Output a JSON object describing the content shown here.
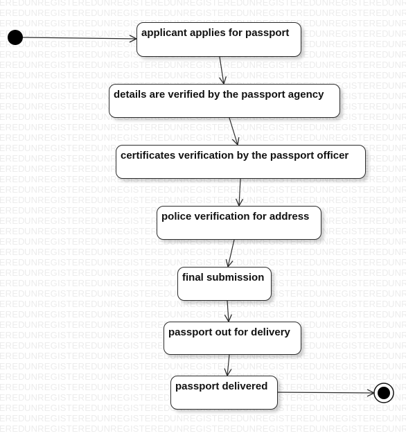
{
  "watermark_text": "UNREGISTERED",
  "activities": [
    {
      "id": "a1",
      "label": "applicant applies for passport"
    },
    {
      "id": "a2",
      "label": "details are verified by the passport agency"
    },
    {
      "id": "a3",
      "label": "certificates verification by the passport officer"
    },
    {
      "id": "a4",
      "label": "police verification for address"
    },
    {
      "id": "a5",
      "label": "final submission"
    },
    {
      "id": "a6",
      "label": "passport out for delivery"
    },
    {
      "id": "a7",
      "label": "passport delivered"
    }
  ],
  "colors": {
    "stroke": "#2a2a2a",
    "node_fill": "#ffffff",
    "watermark": "#ececec"
  }
}
